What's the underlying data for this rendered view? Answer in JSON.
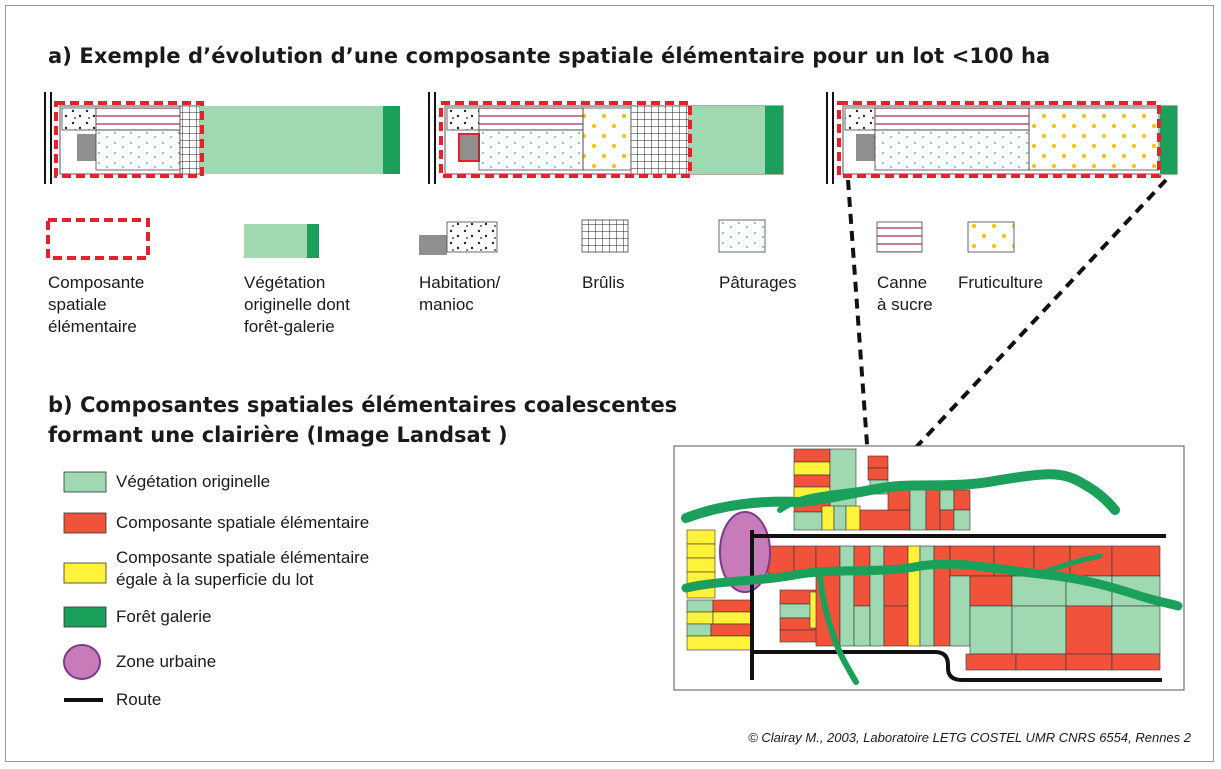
{
  "section_a": {
    "title": "a) Exemple d’évolution d’une composante spatiale élémentaire pour un lot <100 ha",
    "legend": [
      {
        "key": "composante",
        "label": "Composante\nspatiale\nélémentaire"
      },
      {
        "key": "vegetation",
        "label": "Végétation\noriginelle dont\nforêt-galerie"
      },
      {
        "key": "habitation",
        "label": "Habitation/\nmanioc"
      },
      {
        "key": "brulis",
        "label": "Brûlis"
      },
      {
        "key": "paturages",
        "label": "Pâturages"
      },
      {
        "key": "canne",
        "label": "Canne\nà sucre"
      },
      {
        "key": "fruticulture",
        "label": "Fruticulture"
      }
    ]
  },
  "section_b": {
    "title_line1": "b) Composantes spatiales élémentaires coalescentes",
    "title_line2": "formant une clairière (Image Landsat )",
    "legend": [
      {
        "key": "vegetation",
        "label": "Végétation originelle"
      },
      {
        "key": "composante",
        "label": "Composante spatiale élémentaire"
      },
      {
        "key": "composante_lot",
        "label": "Composante spatiale élémentaire\négale à la superficie du lot"
      },
      {
        "key": "foret",
        "label": "Forêt galerie"
      },
      {
        "key": "urbaine",
        "label": "Zone urbaine"
      },
      {
        "key": "route",
        "label": "Route"
      }
    ]
  },
  "colors": {
    "dashed_red": "#e8202a",
    "vegetation": "#9fd8b1",
    "foret": "#1aa05a",
    "parcel_red": "#f0533a",
    "parcel_yellow": "#fff23a",
    "urban": "#c77bb8",
    "urban_border": "#7d3a8c",
    "canne_line": "#a0284a",
    "fruit_dot": "#f2c200",
    "pasture_dot": "#33a58a",
    "grey": "#8f8f8f"
  },
  "credit": "© Clairay M., 2003, Laboratoire  LETG COSTEL UMR CNRS 6554, Rennes 2"
}
